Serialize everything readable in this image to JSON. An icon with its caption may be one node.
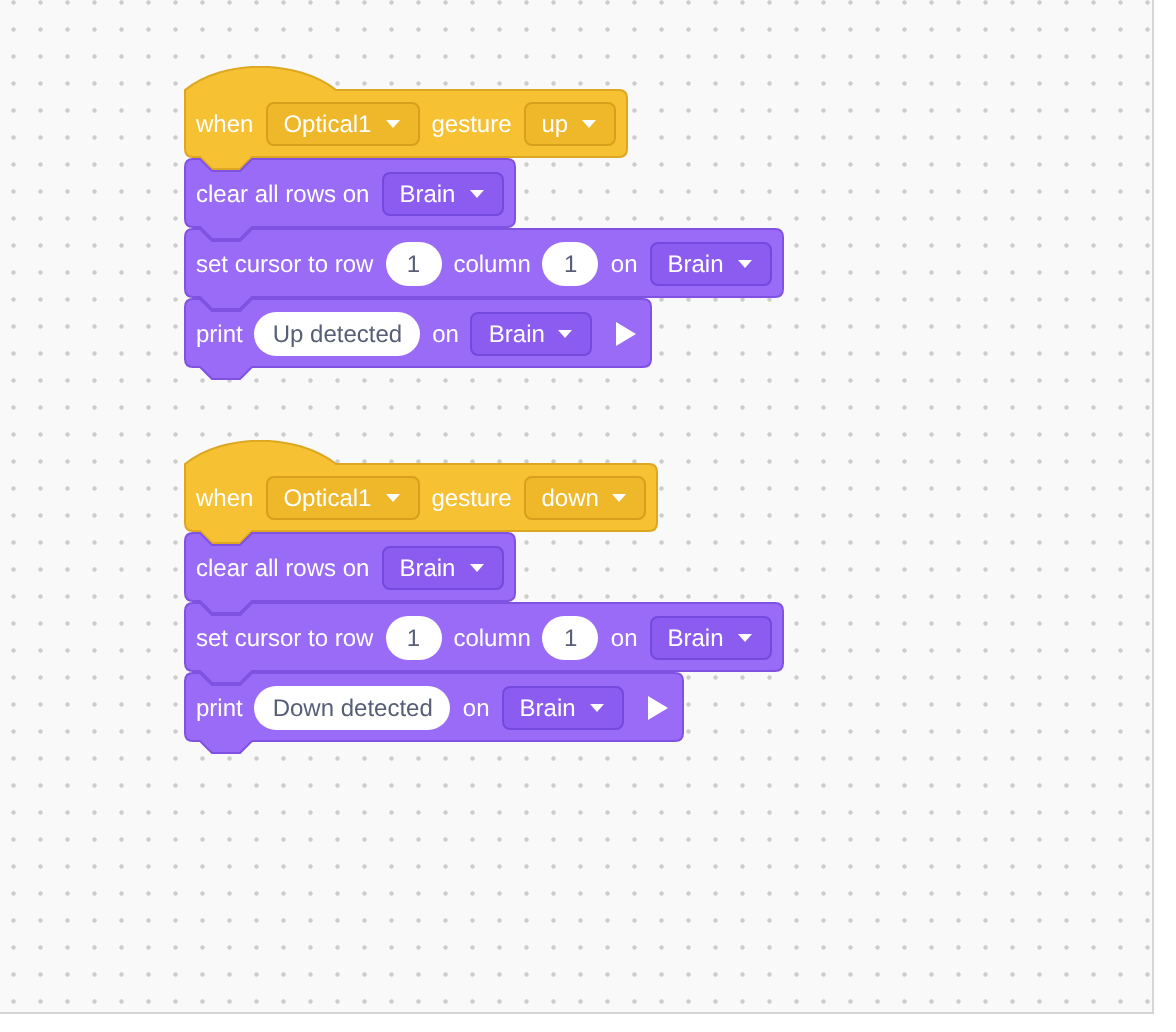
{
  "diagram": {
    "nodes": [
      {
        "text": [
          "when",
          "gesture"
        ]
      },
      {
        "text": [
          "Optical1"
        ],
        "in": 0
      },
      {
        "text": [
          "up"
        ],
        "in": 0
      },
      {
        "text": [
          "clear all rows on"
        ]
      },
      {
        "text": [
          "Brain"
        ],
        "in": 3
      },
      {
        "text": [
          "set cursor to row",
          "column",
          "on"
        ]
      },
      {
        "text": [
          "1"
        ],
        "in": 5
      },
      {
        "text": [
          "1"
        ],
        "in": 5
      },
      {
        "text": [
          "Brain"
        ],
        "in": 5
      },
      {
        "text": [
          "print",
          "on"
        ]
      },
      {
        "text": [
          "Up detected"
        ],
        "in": 9
      },
      {
        "text": [
          "Brain"
        ],
        "in": 9
      },
      {
        "text": [
          "when",
          "gesture"
        ]
      },
      {
        "text": [
          "Optical1"
        ],
        "in": 12
      },
      {
        "text": [
          "down"
        ],
        "in": 12
      },
      {
        "text": [
          "clear all rows on"
        ]
      },
      {
        "text": [
          "Brain"
        ],
        "in": 15
      },
      {
        "text": [
          "set cursor to row",
          "column",
          "on"
        ]
      },
      {
        "text": [
          "1"
        ],
        "in": 17
      },
      {
        "text": [
          "1"
        ],
        "in": 17
      },
      {
        "text": [
          "Brain"
        ],
        "in": 17
      },
      {
        "text": [
          "print",
          "on"
        ]
      },
      {
        "text": [
          "Down detected"
        ],
        "in": 21
      },
      {
        "text": [
          "Brain"
        ],
        "in": 21
      }
    ]
  }
}
